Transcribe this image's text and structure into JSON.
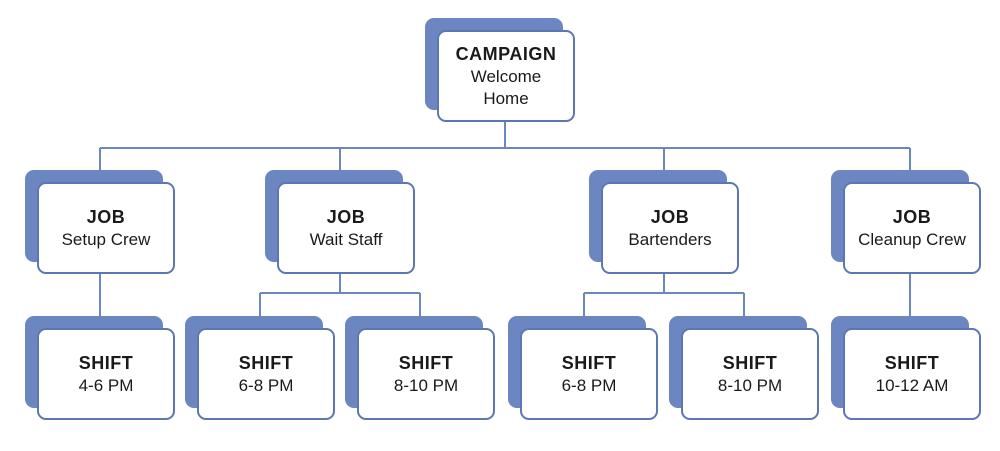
{
  "colors": {
    "accent": "#6b86c1",
    "border": "#5d77b4",
    "text": "#1a1a1a"
  },
  "campaign": {
    "type": "CAMPAIGN",
    "label": "Welcome Home"
  },
  "jobs": [
    {
      "type": "JOB",
      "label": "Setup Crew",
      "shifts": [
        {
          "type": "SHIFT",
          "label": "4-6 PM"
        }
      ]
    },
    {
      "type": "JOB",
      "label": "Wait Staff",
      "shifts": [
        {
          "type": "SHIFT",
          "label": "6-8 PM"
        },
        {
          "type": "SHIFT",
          "label": "8-10 PM"
        }
      ]
    },
    {
      "type": "JOB",
      "label": "Bartenders",
      "shifts": [
        {
          "type": "SHIFT",
          "label": "6-8 PM"
        },
        {
          "type": "SHIFT",
          "label": "8-10 PM"
        }
      ]
    },
    {
      "type": "JOB",
      "label": "Cleanup Crew",
      "shifts": [
        {
          "type": "SHIFT",
          "label": "10-12 AM"
        }
      ]
    }
  ]
}
